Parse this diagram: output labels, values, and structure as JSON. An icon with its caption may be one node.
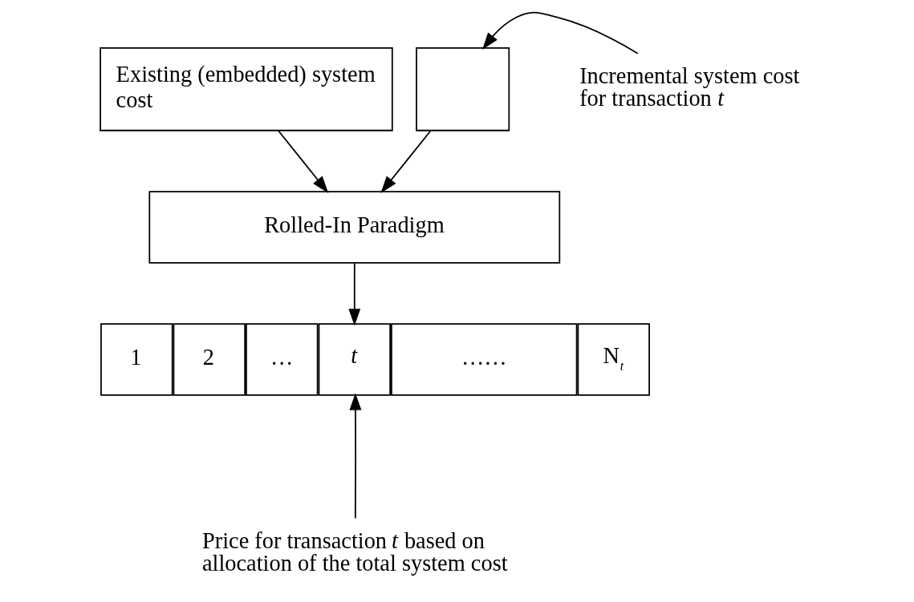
{
  "diagram": {
    "nodes": [
      {
        "text": [
          "Existing (embedded) system cost"
        ]
      },
      {
        "text": [],
        "shape": "box"
      },
      {
        "text": [
          "Incremental system cost for transaction *t*"
        ]
      },
      {
        "text": [
          "Rolled-In Paradigm"
        ]
      },
      {
        "text": [
          "1"
        ]
      },
      {
        "text": [
          "2"
        ]
      },
      {
        "text": [
          "…"
        ]
      },
      {
        "text": [
          "*t*"
        ]
      },
      {
        "text": [
          "……"
        ]
      },
      {
        "text": [
          "N$_{t}$"
        ]
      },
      {
        "text": [
          "Price for transaction *t* based on allocation of the total system cost"
        ]
      }
    ],
    "edges": [
      {
        "from": 2,
        "to": 1,
        "arrow": "to"
      },
      {
        "from": 0,
        "to": 3,
        "arrow": "to"
      },
      {
        "from": 1,
        "to": 3,
        "arrow": "to"
      },
      {
        "from": 3,
        "to": 7,
        "arrow": "to"
      },
      {
        "from": 10,
        "to": 7,
        "arrow": "to"
      }
    ]
  }
}
